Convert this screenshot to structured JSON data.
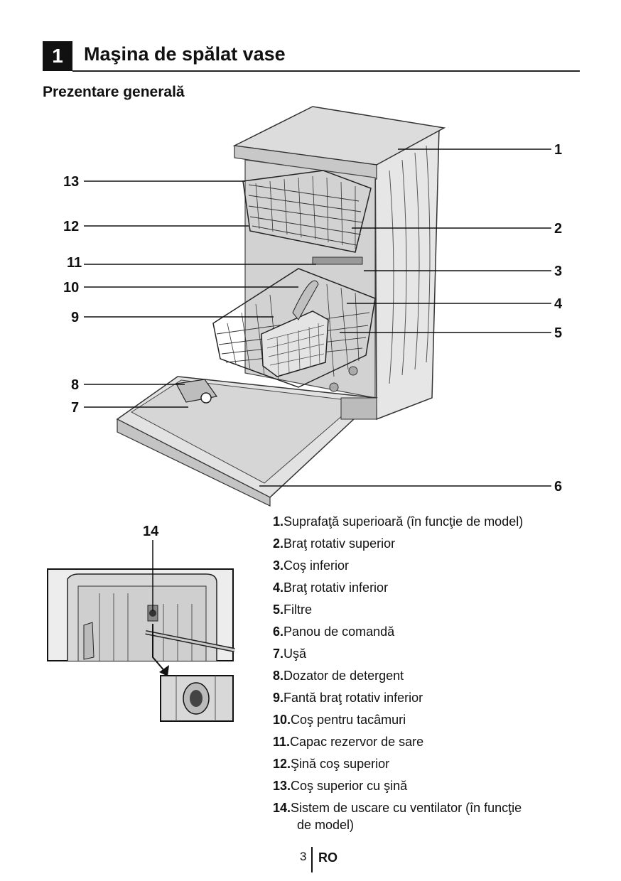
{
  "section": {
    "number": "1",
    "title": "Maşina de spălat vase"
  },
  "subtitle": "Prezentare generală",
  "callouts": [
    "1",
    "2",
    "3",
    "4",
    "5",
    "6",
    "7",
    "8",
    "9",
    "10",
    "11",
    "12",
    "13",
    "14"
  ],
  "legend": [
    {
      "num": "1.",
      "text": "Suprafaţă superioară (în funcţie de model)"
    },
    {
      "num": "2.",
      "text": "Braţ rotativ superior"
    },
    {
      "num": "3.",
      "text": "Coş inferior"
    },
    {
      "num": "4.",
      "text": "Braţ rotativ inferior"
    },
    {
      "num": "5.",
      "text": "Filtre"
    },
    {
      "num": "6.",
      "text": "Panou de comandă"
    },
    {
      "num": "7.",
      "text": "Uşă"
    },
    {
      "num": "8.",
      "text": "Dozator de detergent"
    },
    {
      "num": "9.",
      "text": "Fantă braţ rotativ inferior"
    },
    {
      "num": "10.",
      "text": "Coş pentru tacâmuri"
    },
    {
      "num": "11.",
      "text": "Capac rezervor de sare"
    },
    {
      "num": "12.",
      "text": "Şină coş superior"
    },
    {
      "num": "13.",
      "text": "Coş superior cu şină"
    },
    {
      "num": "14.",
      "text": "Sistem de uscare cu ventilator (în funcţie",
      "text_cont": "de model)"
    }
  ],
  "footer": {
    "page": "3",
    "lang": "RO"
  }
}
